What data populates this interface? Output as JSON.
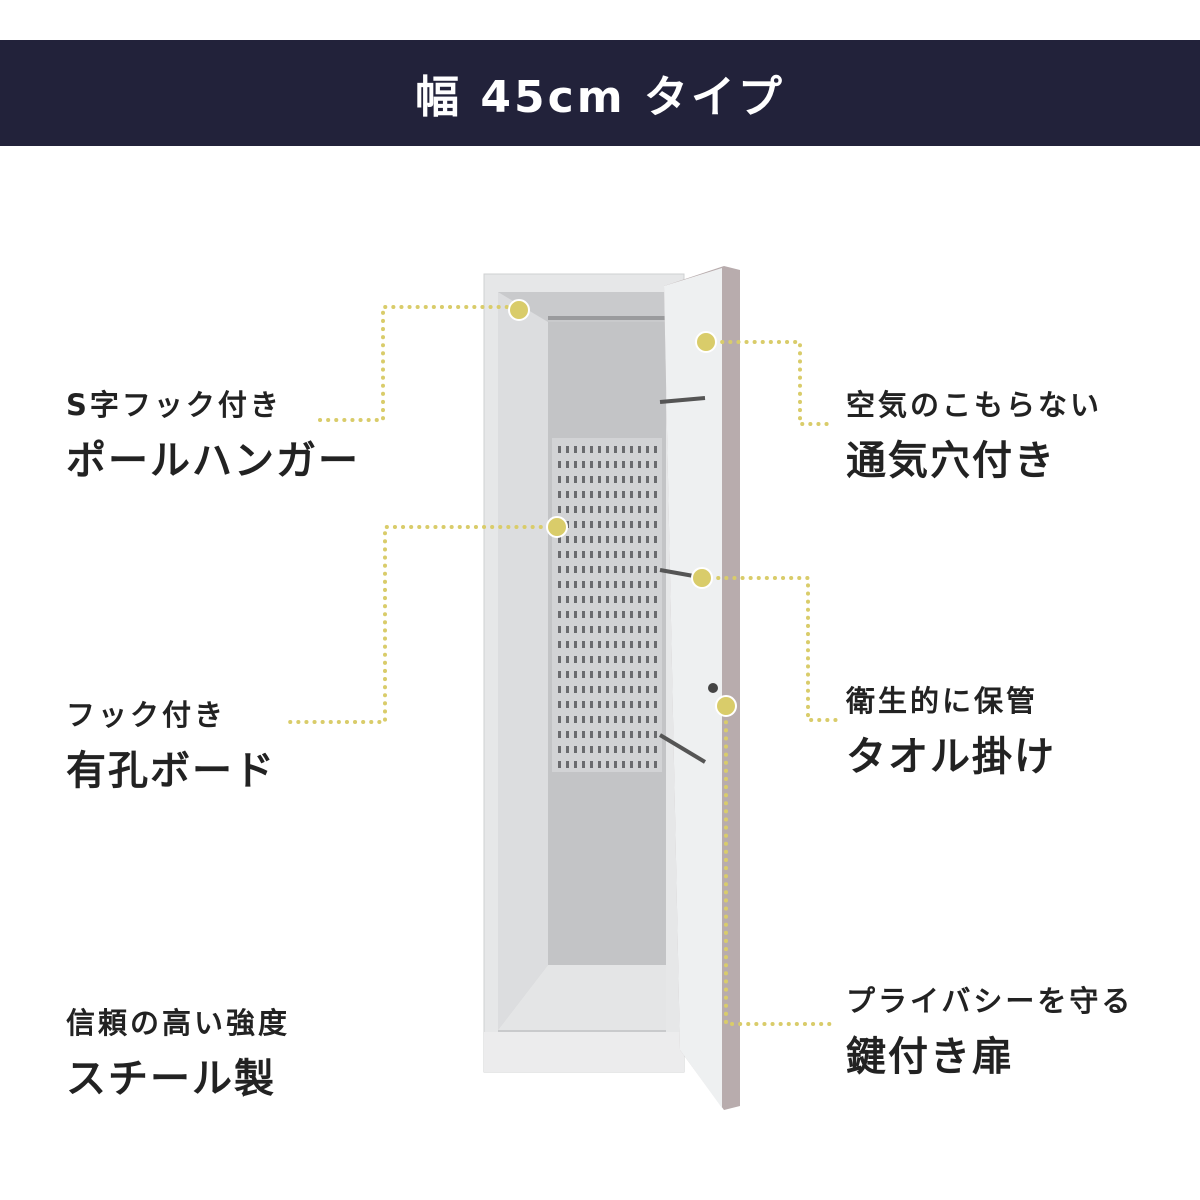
{
  "header": {
    "title": "幅 45cm タイプ"
  },
  "features": [
    {
      "sub": "S字フック付き",
      "main": "ポールハンガー"
    },
    {
      "sub": "フック付き",
      "main": "有孔ボード"
    },
    {
      "sub": "信頼の高い強度",
      "main": "スチール製"
    },
    {
      "sub": "空気のこもらない",
      "main": "通気穴付き"
    },
    {
      "sub": "衛生的に保管",
      "main": "タオル掛け"
    },
    {
      "sub": "プライバシーを守る",
      "main": "鍵付き扉"
    }
  ],
  "colors": {
    "header_bg": "#22223a",
    "callout": "#d9cc6a"
  }
}
